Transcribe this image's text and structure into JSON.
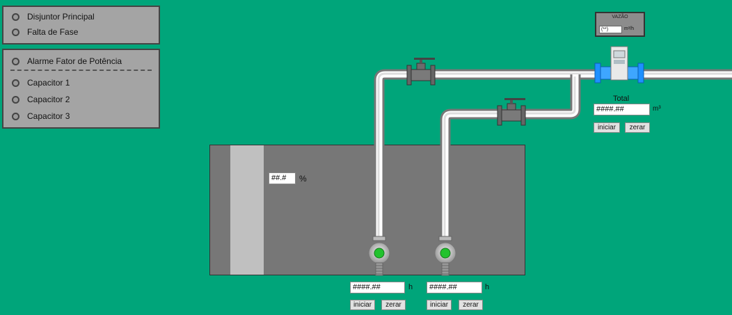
{
  "status_panel": {
    "items": [
      {
        "label": "Disjuntor Principal"
      },
      {
        "label": "Falta de Fase"
      }
    ]
  },
  "alarm_panel": {
    "header": {
      "label": "Alarme Fator de Potência"
    },
    "items": [
      {
        "label": "Capacitor 1"
      },
      {
        "label": "Capacitor 2"
      },
      {
        "label": "Capacitor 3"
      }
    ]
  },
  "tank": {
    "level_value": "##.#",
    "level_unit": "%"
  },
  "flow_meter": {
    "title": "VAZÃO",
    "value": "(**)",
    "unit": "m³/h"
  },
  "totalizer": {
    "label": "Total",
    "value": "####.##",
    "unit": "m³",
    "start_label": "iniciar",
    "reset_label": "zerar"
  },
  "pumps": [
    {
      "hours_value": "####.##",
      "hours_unit": "h",
      "start_label": "iniciar",
      "reset_label": "zerar"
    },
    {
      "hours_value": "####.##",
      "hours_unit": "h",
      "start_label": "iniciar",
      "reset_label": "zerar"
    }
  ],
  "colors": {
    "background": "#00a57a",
    "panel": "#a4a4a4",
    "tank": "#777777",
    "pump_led": "#22c22e",
    "flange_blue": "#1e90ff"
  }
}
